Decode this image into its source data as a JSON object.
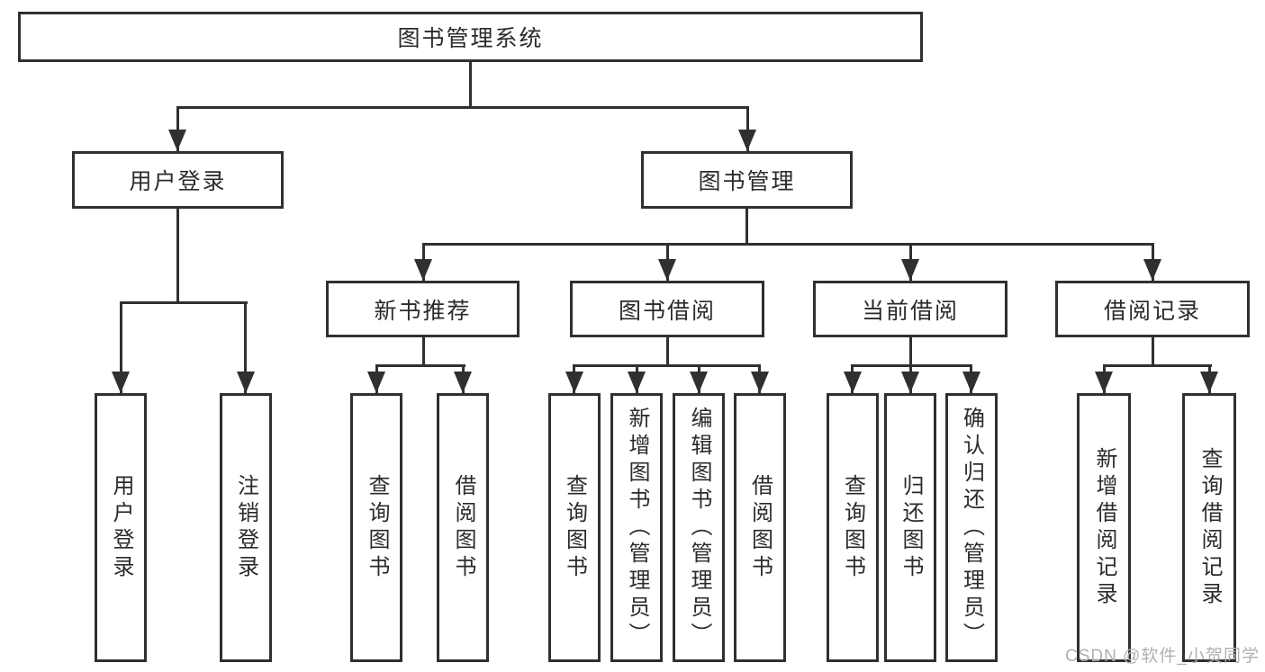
{
  "diagram_title": "图书管理系统",
  "tree": {
    "label": "图书管理系统",
    "children": [
      {
        "label": "用户登录",
        "children": [
          {
            "label": "用户登录"
          },
          {
            "label": "注销登录"
          }
        ]
      },
      {
        "label": "图书管理",
        "children": [
          {
            "label": "新书推荐",
            "children": [
              {
                "label": "查询图书"
              },
              {
                "label": "借阅图书"
              }
            ]
          },
          {
            "label": "图书借阅",
            "children": [
              {
                "label": "查询图书"
              },
              {
                "label": "新增图书（管理员）"
              },
              {
                "label": "编辑图书（管理员）"
              },
              {
                "label": "借阅图书"
              }
            ]
          },
          {
            "label": "当前借阅",
            "children": [
              {
                "label": "查询图书"
              },
              {
                "label": "归还图书"
              },
              {
                "label": "确认归还（管理员）"
              }
            ]
          },
          {
            "label": "借阅记录",
            "children": [
              {
                "label": "新增借阅记录"
              },
              {
                "label": "查询借阅记录"
              }
            ]
          }
        ]
      }
    ]
  },
  "watermark": "CSDN @软件_小贺同学",
  "colors": {
    "line": "#303030",
    "text": "#2b2b2b",
    "background": "#ffffff",
    "watermark": "#b0b0b0"
  }
}
